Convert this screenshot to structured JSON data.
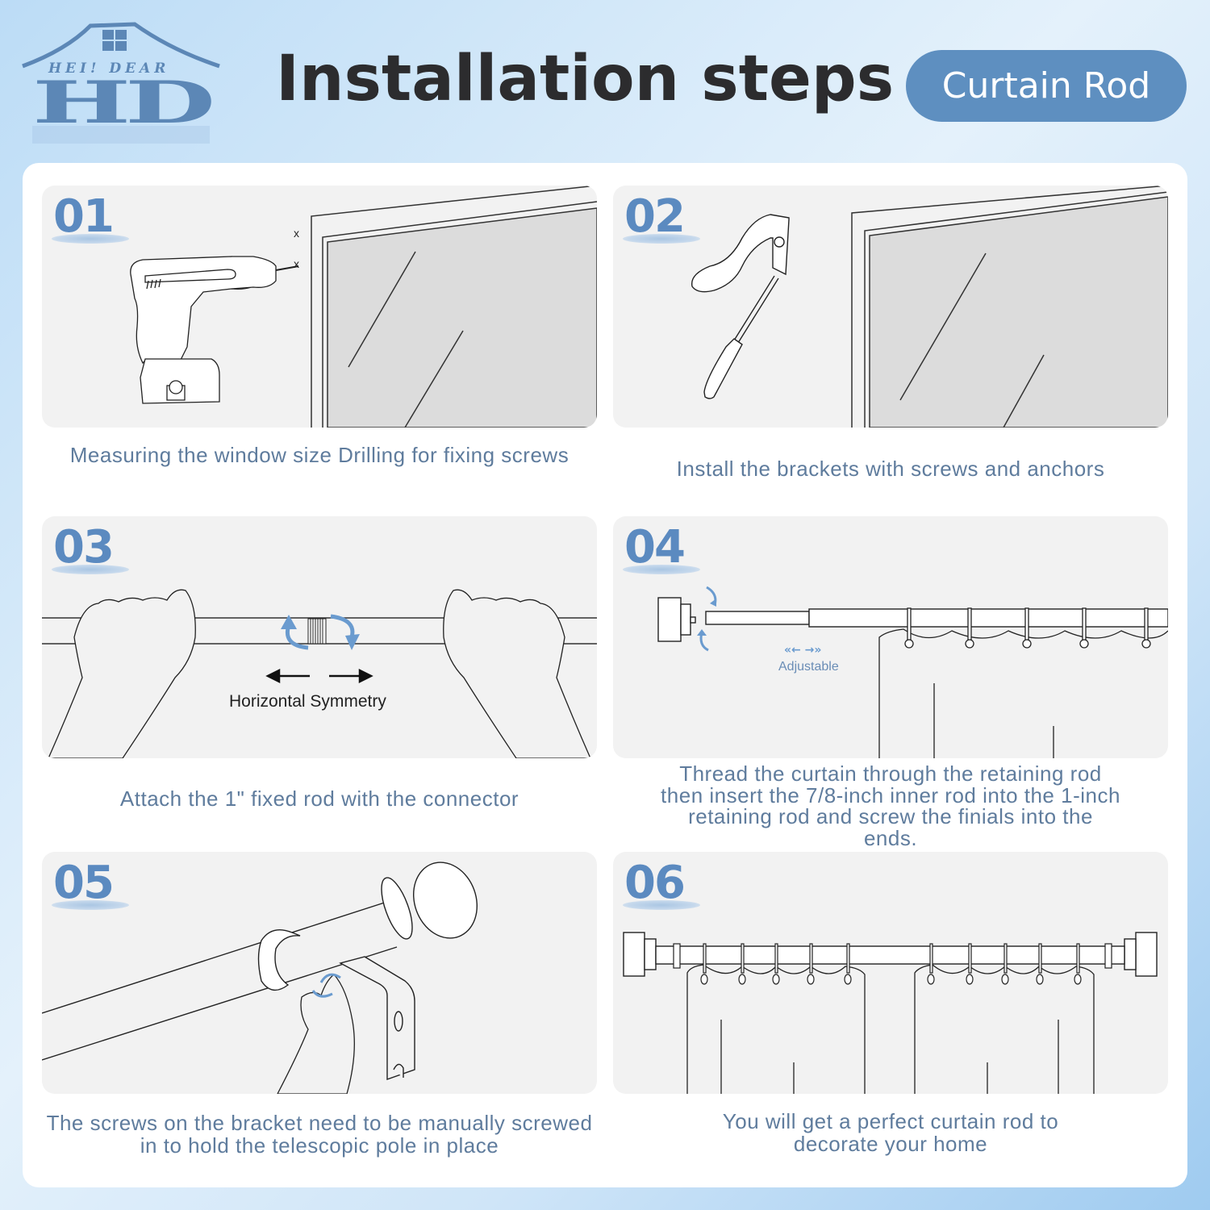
{
  "header": {
    "logo": {
      "top_text": "HEI! DEAR",
      "mark": "HD"
    },
    "title": "Installation steps",
    "badge": "Curtain Rod"
  },
  "colors": {
    "accent": "#5e8fc0",
    "step_number": "#5b8ac0",
    "caption": "#5f7c9d",
    "title": "#2c2c2e",
    "panel_bg": "#f2f2f2"
  },
  "steps": [
    {
      "number": "01",
      "illustration": "drill-and-window",
      "marks": [
        "x",
        "x"
      ],
      "caption": "Measuring the window size Drilling for fixing screws"
    },
    {
      "number": "02",
      "illustration": "bracket-screwdriver-window",
      "caption": "Install the brackets with screws and anchors"
    },
    {
      "number": "03",
      "illustration": "hands-joining-rod",
      "label": "Horizontal Symmetry",
      "caption": "Attach the 1\" fixed rod with the connector"
    },
    {
      "number": "04",
      "illustration": "finial-rod-curtain",
      "label": "Adjustable",
      "caption": "Thread the curtain through the retaining rod then insert the 7/8-inch inner rod into the 1-inch retaining rod and screw the finials into the ends."
    },
    {
      "number": "05",
      "illustration": "hand-tightening-bracket-screw",
      "caption": "The screws on the bracket need to be manually screwed in to hold the telescopic pole in place"
    },
    {
      "number": "06",
      "illustration": "finished-rod-with-curtains",
      "caption": "You will get a perfect curtain rod to decorate your home"
    }
  ]
}
